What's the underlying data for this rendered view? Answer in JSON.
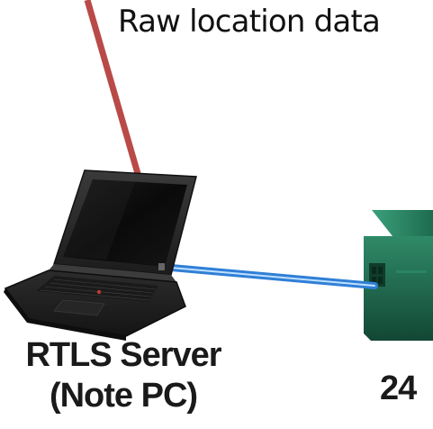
{
  "raw_data_label": "Raw location data",
  "server": {
    "title": "RTLS Server",
    "subtitle": "(Note PC)"
  },
  "switch_label_partial": "24",
  "colors": {
    "raw_data_line": "#b94a48",
    "network_cable": "#2f7fd6",
    "switch_body": "#1d6a4f",
    "laptop_body": "#2b2b2b"
  },
  "icons": {
    "server": "laptop-icon",
    "network": "network-switch-icon"
  }
}
